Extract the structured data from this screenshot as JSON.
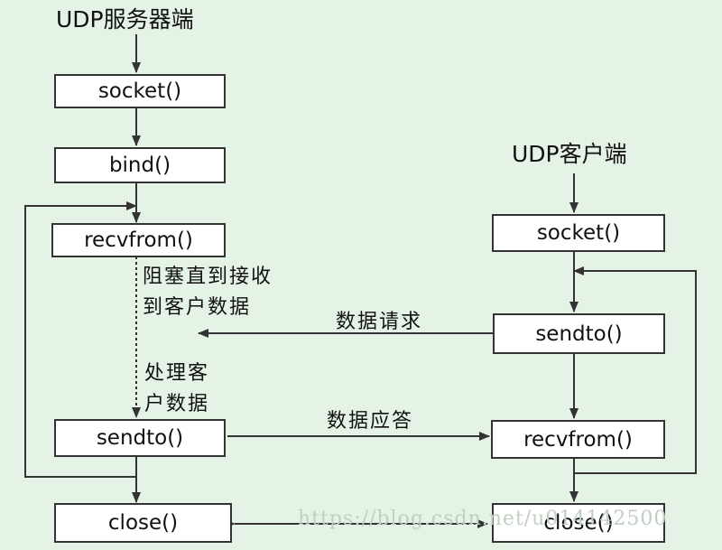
{
  "server": {
    "title": "UDP服务器端",
    "steps": [
      "socket()",
      "bind()",
      "recvfrom()",
      "sendto()",
      "close()"
    ],
    "note_block": [
      "阻塞直到接收",
      "到客户数据"
    ],
    "note_process": [
      "处理客",
      "户数据"
    ]
  },
  "client": {
    "title": "UDP客户端",
    "steps": [
      "socket()",
      "sendto()",
      "recvfrom()",
      "close()"
    ]
  },
  "messages": {
    "request": "数据请求",
    "response": "数据应答"
  },
  "watermark": "https://blog.csdn.net/u014142500"
}
